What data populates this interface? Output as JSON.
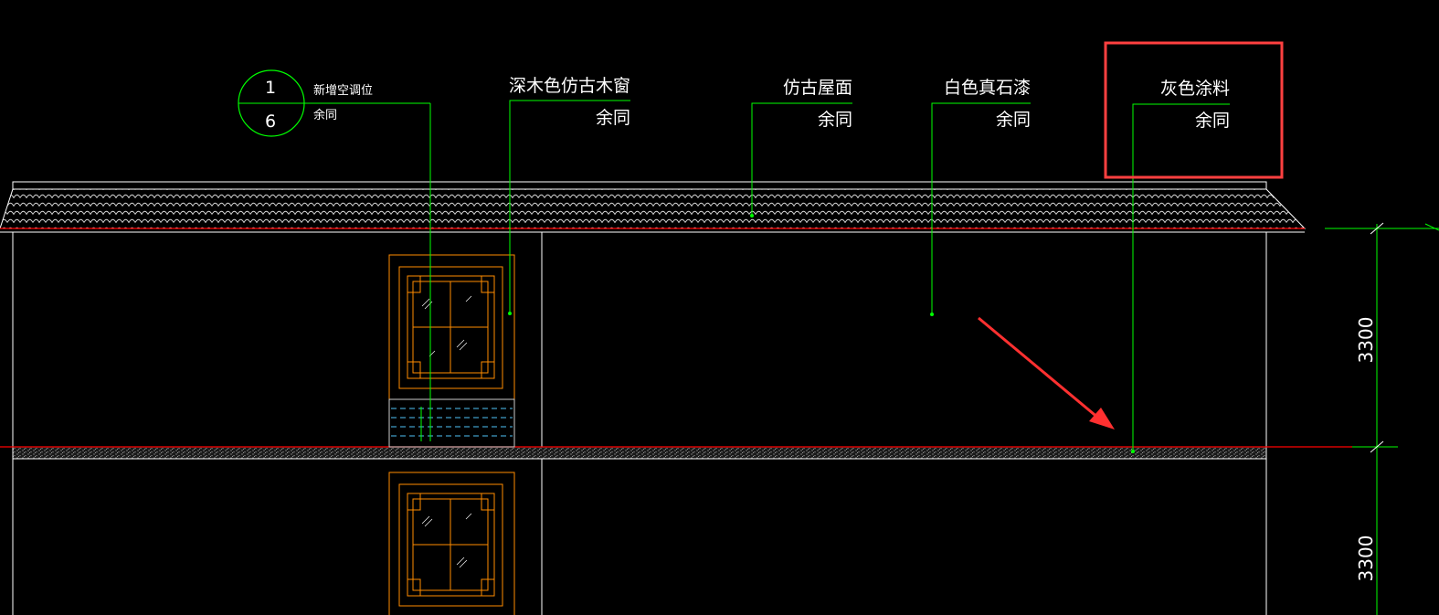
{
  "detail_callout": {
    "top_number": "1",
    "bottom_number": "6",
    "note_line1": "新增空调位",
    "note_line2": "余同"
  },
  "annotations": [
    {
      "id": "window",
      "label": "深木色仿古木窗",
      "sub": "余同"
    },
    {
      "id": "roof",
      "label": "仿古屋面",
      "sub": "余同"
    },
    {
      "id": "stone-paint",
      "label": "白色真石漆",
      "sub": "余同"
    },
    {
      "id": "gray-coating",
      "label": "灰色涂料",
      "sub": "余同"
    }
  ],
  "dimensions": {
    "upper": "3300",
    "lower": "3300"
  },
  "colors": {
    "background": "#000000",
    "leader": "#00ff00",
    "outline": "#ffffff",
    "window": "#ff8c00",
    "level_line": "#ff0000",
    "highlight": "#ff4040",
    "rail": "#4fc3f7"
  }
}
